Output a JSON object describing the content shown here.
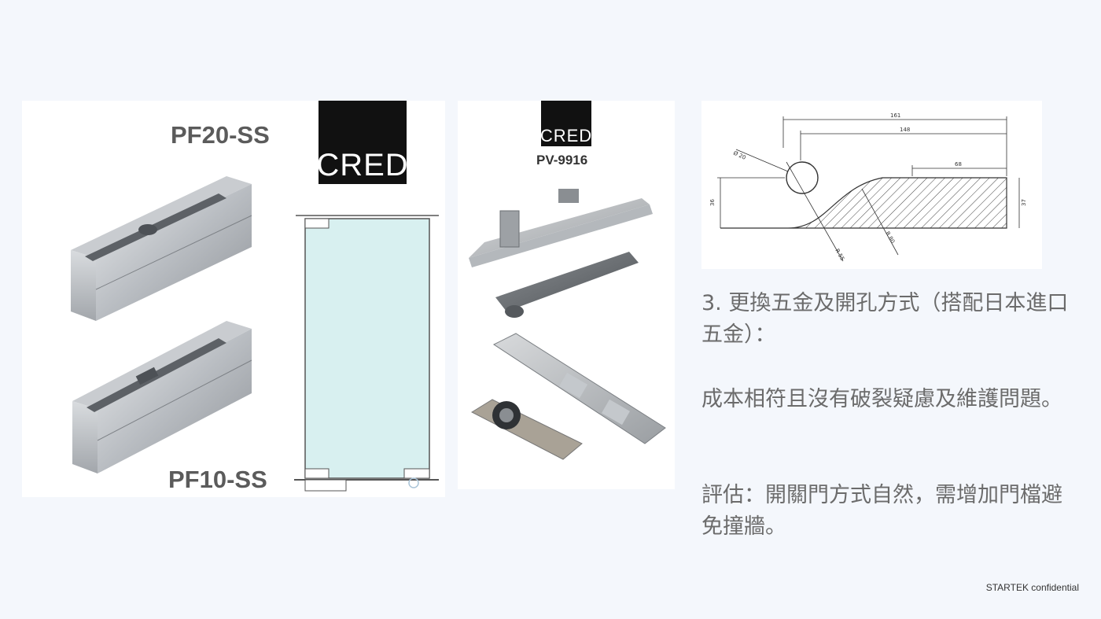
{
  "panel1": {
    "top_model": "PF20-SS",
    "bottom_model": "PF10-SS",
    "logo": "CRED"
  },
  "panel2": {
    "logo": "CRED",
    "model": "PV-9916"
  },
  "drawing": {
    "dims": [
      "161",
      "148",
      "68",
      "Ø 20",
      "36",
      "37",
      "R 80",
      "R 55"
    ]
  },
  "text": {
    "p1": "3. 更換五金及開孔方式（搭配日本進口五金）：",
    "p2": "成本相符且沒有破裂疑慮及維護問題。",
    "p3": "評估：開關門方式自然，需增加門檔避免撞牆。"
  },
  "footer": "STARTEK confidential"
}
